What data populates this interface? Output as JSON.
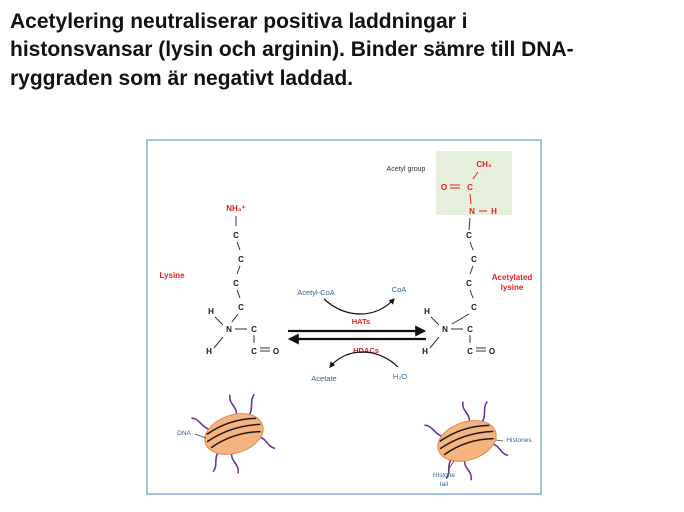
{
  "slide": {
    "title_lines": [
      "Acetylering neutraliserar positiva laddningar i",
      "histonsvansar (lysin och arginin). Binder sämre till DNA-",
      "ryggraden som är negativt laddad."
    ]
  },
  "diagram": {
    "molecule_left": {
      "label": "Lysine",
      "amine": "NH₃⁺"
    },
    "molecule_right": {
      "label_line1": "Acetylated",
      "label_line2": "lysine",
      "acetyl_group_label": "Acetyl group",
      "ch3": "CH₃"
    },
    "reaction": {
      "substrate_in": "Acetyl-CoA",
      "substrate_out": "CoA",
      "enzyme_forward": "HATs",
      "enzyme_reverse": "HDACs",
      "product_out": "Acetate",
      "product_in": "H₂O"
    },
    "nucleosome": {
      "dna": "DNA",
      "histones": "Histones",
      "histone_tail_line1": "Histone",
      "histone_tail_line2": "tail"
    },
    "atoms": {
      "c": "C",
      "n": "N",
      "h": "H",
      "o": "O"
    },
    "colors": {
      "red": "#e02020",
      "blue": "#2f6699",
      "purple": "#7030a0",
      "orange": "#f5b47e",
      "border": "#9dc3e6",
      "acetyl_highlight": "#e7f0dd"
    }
  }
}
